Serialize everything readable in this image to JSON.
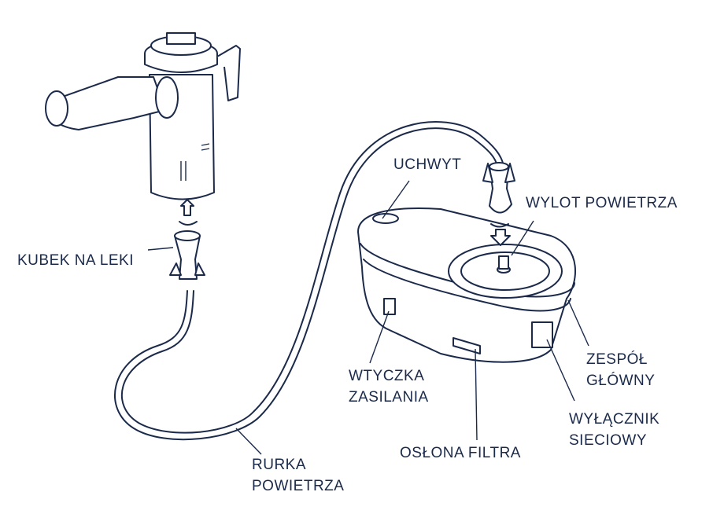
{
  "colors": {
    "ink": "#1b2a4a",
    "background": "#ffffff"
  },
  "labels": {
    "medicine_cup": "KUBEK NA LEKI",
    "handle": "UCHWYT",
    "air_outlet": "WYLOT POWIETRZA",
    "power_plug_line1": "WTYCZKA",
    "power_plug_line2": "ZASILANIA",
    "main_unit_line1": "ZESPÓŁ",
    "main_unit_line2": "GŁÓWNY",
    "filter_cover": "OSŁONA FILTRA",
    "power_switch_line1": "WYŁĄCZNIK",
    "power_switch_line2": "SIECIOWY",
    "air_tube_line1": "RURKA",
    "air_tube_line2": "POWIETRZA"
  }
}
